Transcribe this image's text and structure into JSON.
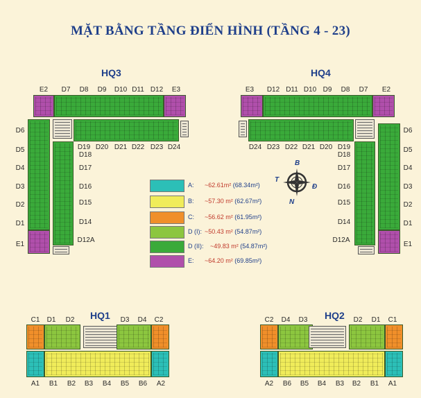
{
  "title": "MẶT BẰNG TẦNG ĐIỂN HÌNH (TẦNG 4 - 23)",
  "buildings": {
    "hq3": {
      "name": "HQ3",
      "top_labels": [
        "E2",
        "D7",
        "D8",
        "D9",
        "D10",
        "D11",
        "D12",
        "E3"
      ],
      "row2_labels": [
        "D19",
        "D20",
        "D21",
        "D22",
        "D23",
        "D24"
      ],
      "left_labels": [
        "D6",
        "D5",
        "D4",
        "D3",
        "D2",
        "D1",
        "E1"
      ],
      "inner_labels": [
        "D18",
        "D17",
        "D16",
        "D15",
        "D14",
        "D12A"
      ]
    },
    "hq4": {
      "name": "HQ4",
      "top_labels": [
        "E3",
        "D12",
        "D11",
        "D10",
        "D9",
        "D8",
        "D7",
        "E2"
      ],
      "row2_labels": [
        "D24",
        "D23",
        "D22",
        "D21",
        "D20",
        "D19"
      ],
      "right_labels": [
        "D6",
        "D5",
        "D4",
        "D3",
        "D2",
        "D1",
        "E1"
      ],
      "inner_labels": [
        "D18",
        "D17",
        "D16",
        "D15",
        "D14",
        "D12A"
      ]
    },
    "hq1": {
      "name": "HQ1",
      "top_labels": [
        "C1",
        "D1",
        "D2",
        "D3",
        "D4",
        "C2"
      ],
      "bottom_labels": [
        "A1",
        "B1",
        "B2",
        "B3",
        "B4",
        "B5",
        "B6",
        "A2"
      ]
    },
    "hq2": {
      "name": "HQ2",
      "top_labels": [
        "C2",
        "D4",
        "D3",
        "D2",
        "D1",
        "C1"
      ],
      "bottom_labels": [
        "A2",
        "B6",
        "B5",
        "B4",
        "B3",
        "B2",
        "B1",
        "A1"
      ]
    }
  },
  "legend": [
    {
      "key": "A:",
      "area": "~62.61m²",
      "gross": "(68.34m²)",
      "color": "#2cbfb7"
    },
    {
      "key": "B:",
      "area": "~57.30 m²",
      "gross": "(62.67m²)",
      "color": "#f0ec5a"
    },
    {
      "key": "C:",
      "area": "~56.62 m²",
      "gross": "(61.95m²)",
      "color": "#f08f2a"
    },
    {
      "key": "D (I):",
      "area": "~50.43 m²",
      "gross": "(54.87m²)",
      "color": "#8cc63f"
    },
    {
      "key": "D (II):",
      "area": "~49.83 m²",
      "gross": "(54.87m²)",
      "color": "#3aaa3a"
    },
    {
      "key": "E:",
      "area": "~64.20 m²",
      "gross": "(69.85m²)",
      "color": "#b04fab"
    }
  ],
  "compass": {
    "n": "B",
    "s": "N",
    "e": "Đ",
    "w": "T"
  }
}
